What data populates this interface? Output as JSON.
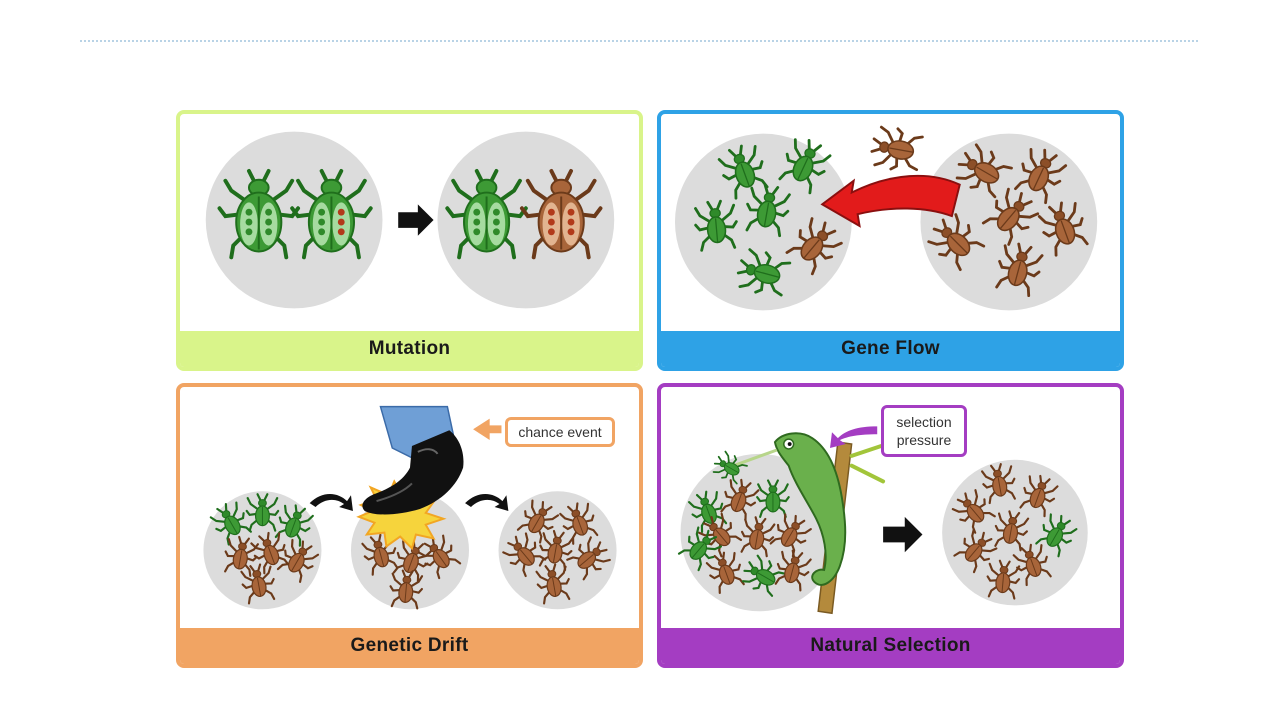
{
  "panels": {
    "mutation": {
      "label": "Mutation",
      "color": "#d9f48a"
    },
    "gene_flow": {
      "label": "Gene Flow",
      "color": "#2ea2e6"
    },
    "genetic_drift": {
      "label": "Genetic Drift",
      "color": "#f1a463",
      "callout": "chance event"
    },
    "natural_selection": {
      "label": "Natural Selection",
      "color": "#a43dc2",
      "callout_line1": "selection",
      "callout_line2": "pressure"
    }
  },
  "colors": {
    "green_beetle": "#3d9a35",
    "brown_beetle": "#a8653a",
    "circle": "#dcdcdc",
    "arrow_red": "#e21b1b"
  }
}
